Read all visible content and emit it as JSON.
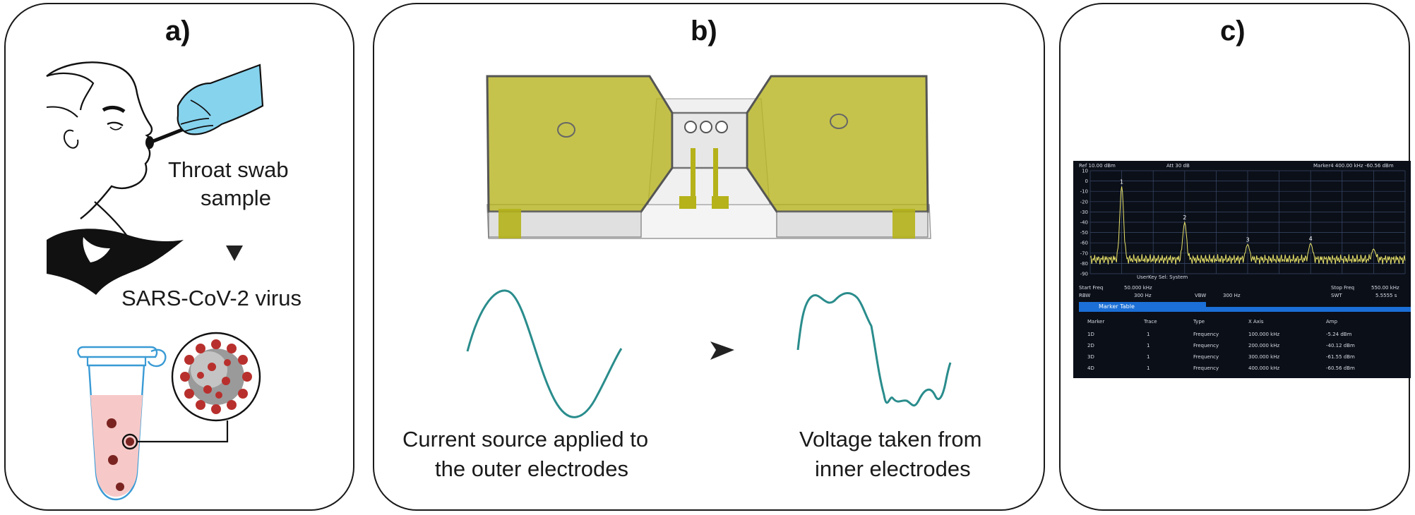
{
  "panels": {
    "a": {
      "label": "a)",
      "swab_label_line1": "Throat swab",
      "swab_label_line2": "sample",
      "virus_label": "SARS-CoV-2 virus"
    },
    "b": {
      "label": "b)",
      "current_label_line1": "Current source applied to",
      "current_label_line2": "the outer electrodes",
      "voltage_label_line1": "Voltage taken from",
      "voltage_label_line2": "inner electrodes"
    },
    "c": {
      "label": "c)",
      "analyzer": {
        "ref": "Ref  10.00 dBm",
        "att": "Att     30 dB",
        "marker_readout": "Marker4   400.00 kHz   -60.56 dBm",
        "y_ticks": [
          "10",
          "0",
          "-10",
          "-20",
          "-30",
          "-40",
          "-50",
          "-60",
          "-70",
          "-80",
          "-90"
        ],
        "userkey": "UserKey Sel:   System",
        "start_freq_label": "Start Freq",
        "start_freq": "50.000 kHz",
        "stop_freq_label": "Stop Freq",
        "stop_freq": "550.00 kHz",
        "rbw_label": "RBW",
        "rbw": "300 Hz",
        "vbw_label": "VBW",
        "vbw": "300 Hz",
        "swt_label": "SWT",
        "swt": "5.5555 s",
        "peak_labels": [
          "1",
          "2",
          "3",
          "4"
        ],
        "marker_table_title": "Marker Table",
        "table_headers": [
          "Marker",
          "Trace",
          "Type",
          "X Axis",
          "Amp"
        ],
        "table_rows": [
          [
            "1D",
            "1",
            "Frequency",
            "100.000 kHz",
            "-5.24 dBm"
          ],
          [
            "2D",
            "1",
            "Frequency",
            "200.000 kHz",
            "-40.12 dBm"
          ],
          [
            "3D",
            "1",
            "Frequency",
            "300.000 kHz",
            "-61.55 dBm"
          ],
          [
            "4D",
            "1",
            "Frequency",
            "400.000 kHz",
            "-60.56 dBm"
          ]
        ]
      }
    }
  },
  "colors": {
    "glove": "#86d3ee",
    "tube_liquid": "#f6c9c8",
    "tube_outline": "#3a9bd5",
    "virus_red": "#b8302d",
    "electrode": "#b5b21a",
    "waveform": "#2a8c8c",
    "trace": "#e8e36a",
    "screen_bg": "#0b0f18",
    "marker_bar": "#1b6fd6"
  }
}
